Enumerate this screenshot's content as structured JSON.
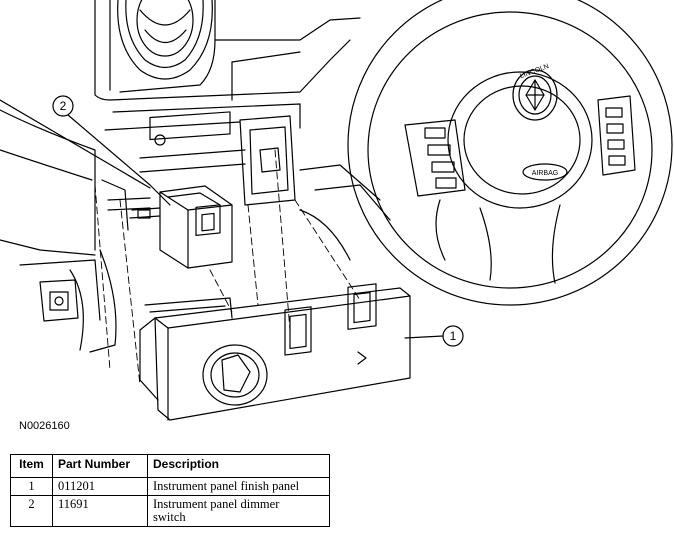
{
  "diagram": {
    "callouts": [
      {
        "number": "1"
      },
      {
        "number": "2"
      }
    ],
    "emblem_text": "LINCOLN",
    "airbag_text": "AIRBAG",
    "figure_id": "N0026160"
  },
  "table": {
    "headers": {
      "item": "Item",
      "part_number": "Part Number",
      "description": "Description"
    },
    "rows": [
      {
        "item": "1",
        "part_number": "011201",
        "description": "Instrument panel finish panel"
      },
      {
        "item": "2",
        "part_number": "11691",
        "description_lines": [
          "Instrument panel dimmer",
          "switch"
        ]
      }
    ]
  }
}
